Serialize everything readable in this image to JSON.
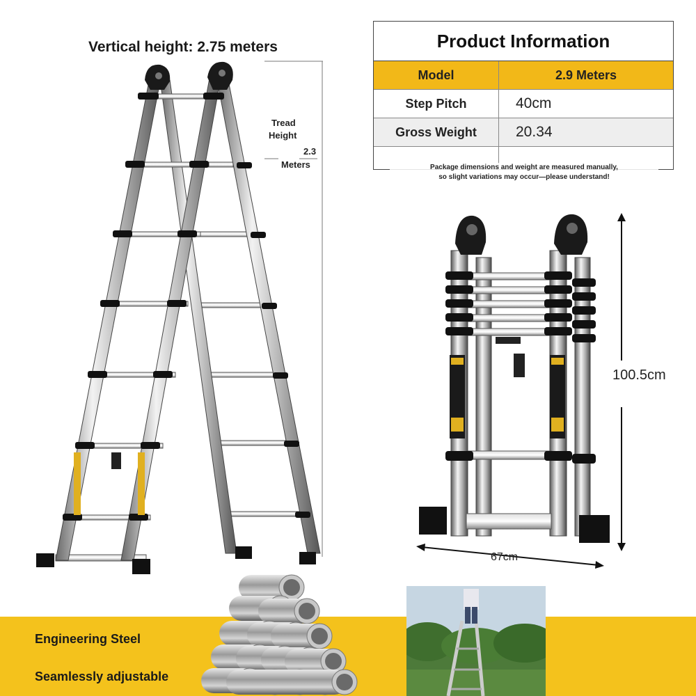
{
  "vertical_height": "Vertical height: 2.75 meters",
  "tread_height": {
    "line1": "Tread",
    "line2": "Height",
    "line3": "2.3",
    "line4": "Meters"
  },
  "product_info": {
    "title": "Product Information",
    "rows": [
      {
        "label": "Model",
        "value": "2.9 Meters"
      },
      {
        "label": "Step Pitch",
        "value": "40cm"
      },
      {
        "label": "Gross Weight",
        "value": "20.34"
      },
      {
        "label": "",
        "value": ""
      }
    ]
  },
  "note": {
    "line1": "Package dimensions and weight are measured manually,",
    "line2": "so slight variations may occur—please understand!"
  },
  "folded_height": "100.5cm",
  "folded_width": "67cm",
  "features": [
    "Engineering Steel",
    "Seamlessly adjustable"
  ],
  "colors": {
    "accent": "#f4c21c",
    "table_accent": "#f2b818"
  },
  "icons": [
    "a-frame-ladder-image",
    "folded-ladder-image",
    "steel-tubes-image",
    "outdoor-photo-image"
  ]
}
